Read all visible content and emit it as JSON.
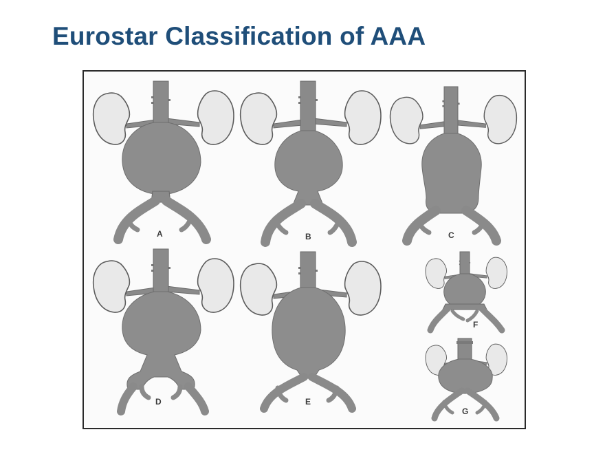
{
  "slide": {
    "title": "Eurostar Classification of AAA"
  },
  "diagram": {
    "panels": [
      {
        "label": "A"
      },
      {
        "label": "B"
      },
      {
        "label": "C"
      },
      {
        "label": "D"
      },
      {
        "label": "E"
      },
      {
        "label": "F"
      },
      {
        "label": "G"
      }
    ]
  }
}
